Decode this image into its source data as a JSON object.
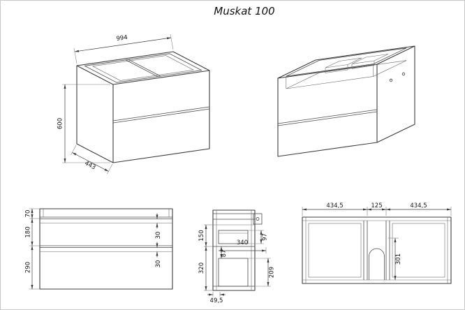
{
  "title": "Muskat 100",
  "iso_view": {
    "width": "994",
    "height": "600",
    "depth": "443"
  },
  "front_view": {
    "top_rail": "70",
    "upper_drawer": "180",
    "lower_drawer": "290",
    "upper_inset": "30",
    "lower_inset": "30"
  },
  "side_view": {
    "upper_section": "150",
    "lower_section": "320",
    "bottom_offset": "49,5",
    "slide_length": "340",
    "rail_gap": "87",
    "upper_box": "97",
    "lower_box": "209"
  },
  "carcass_view": {
    "left_section": "434,5",
    "center_section": "125",
    "right_section": "434,5",
    "cutout_height": "301"
  }
}
